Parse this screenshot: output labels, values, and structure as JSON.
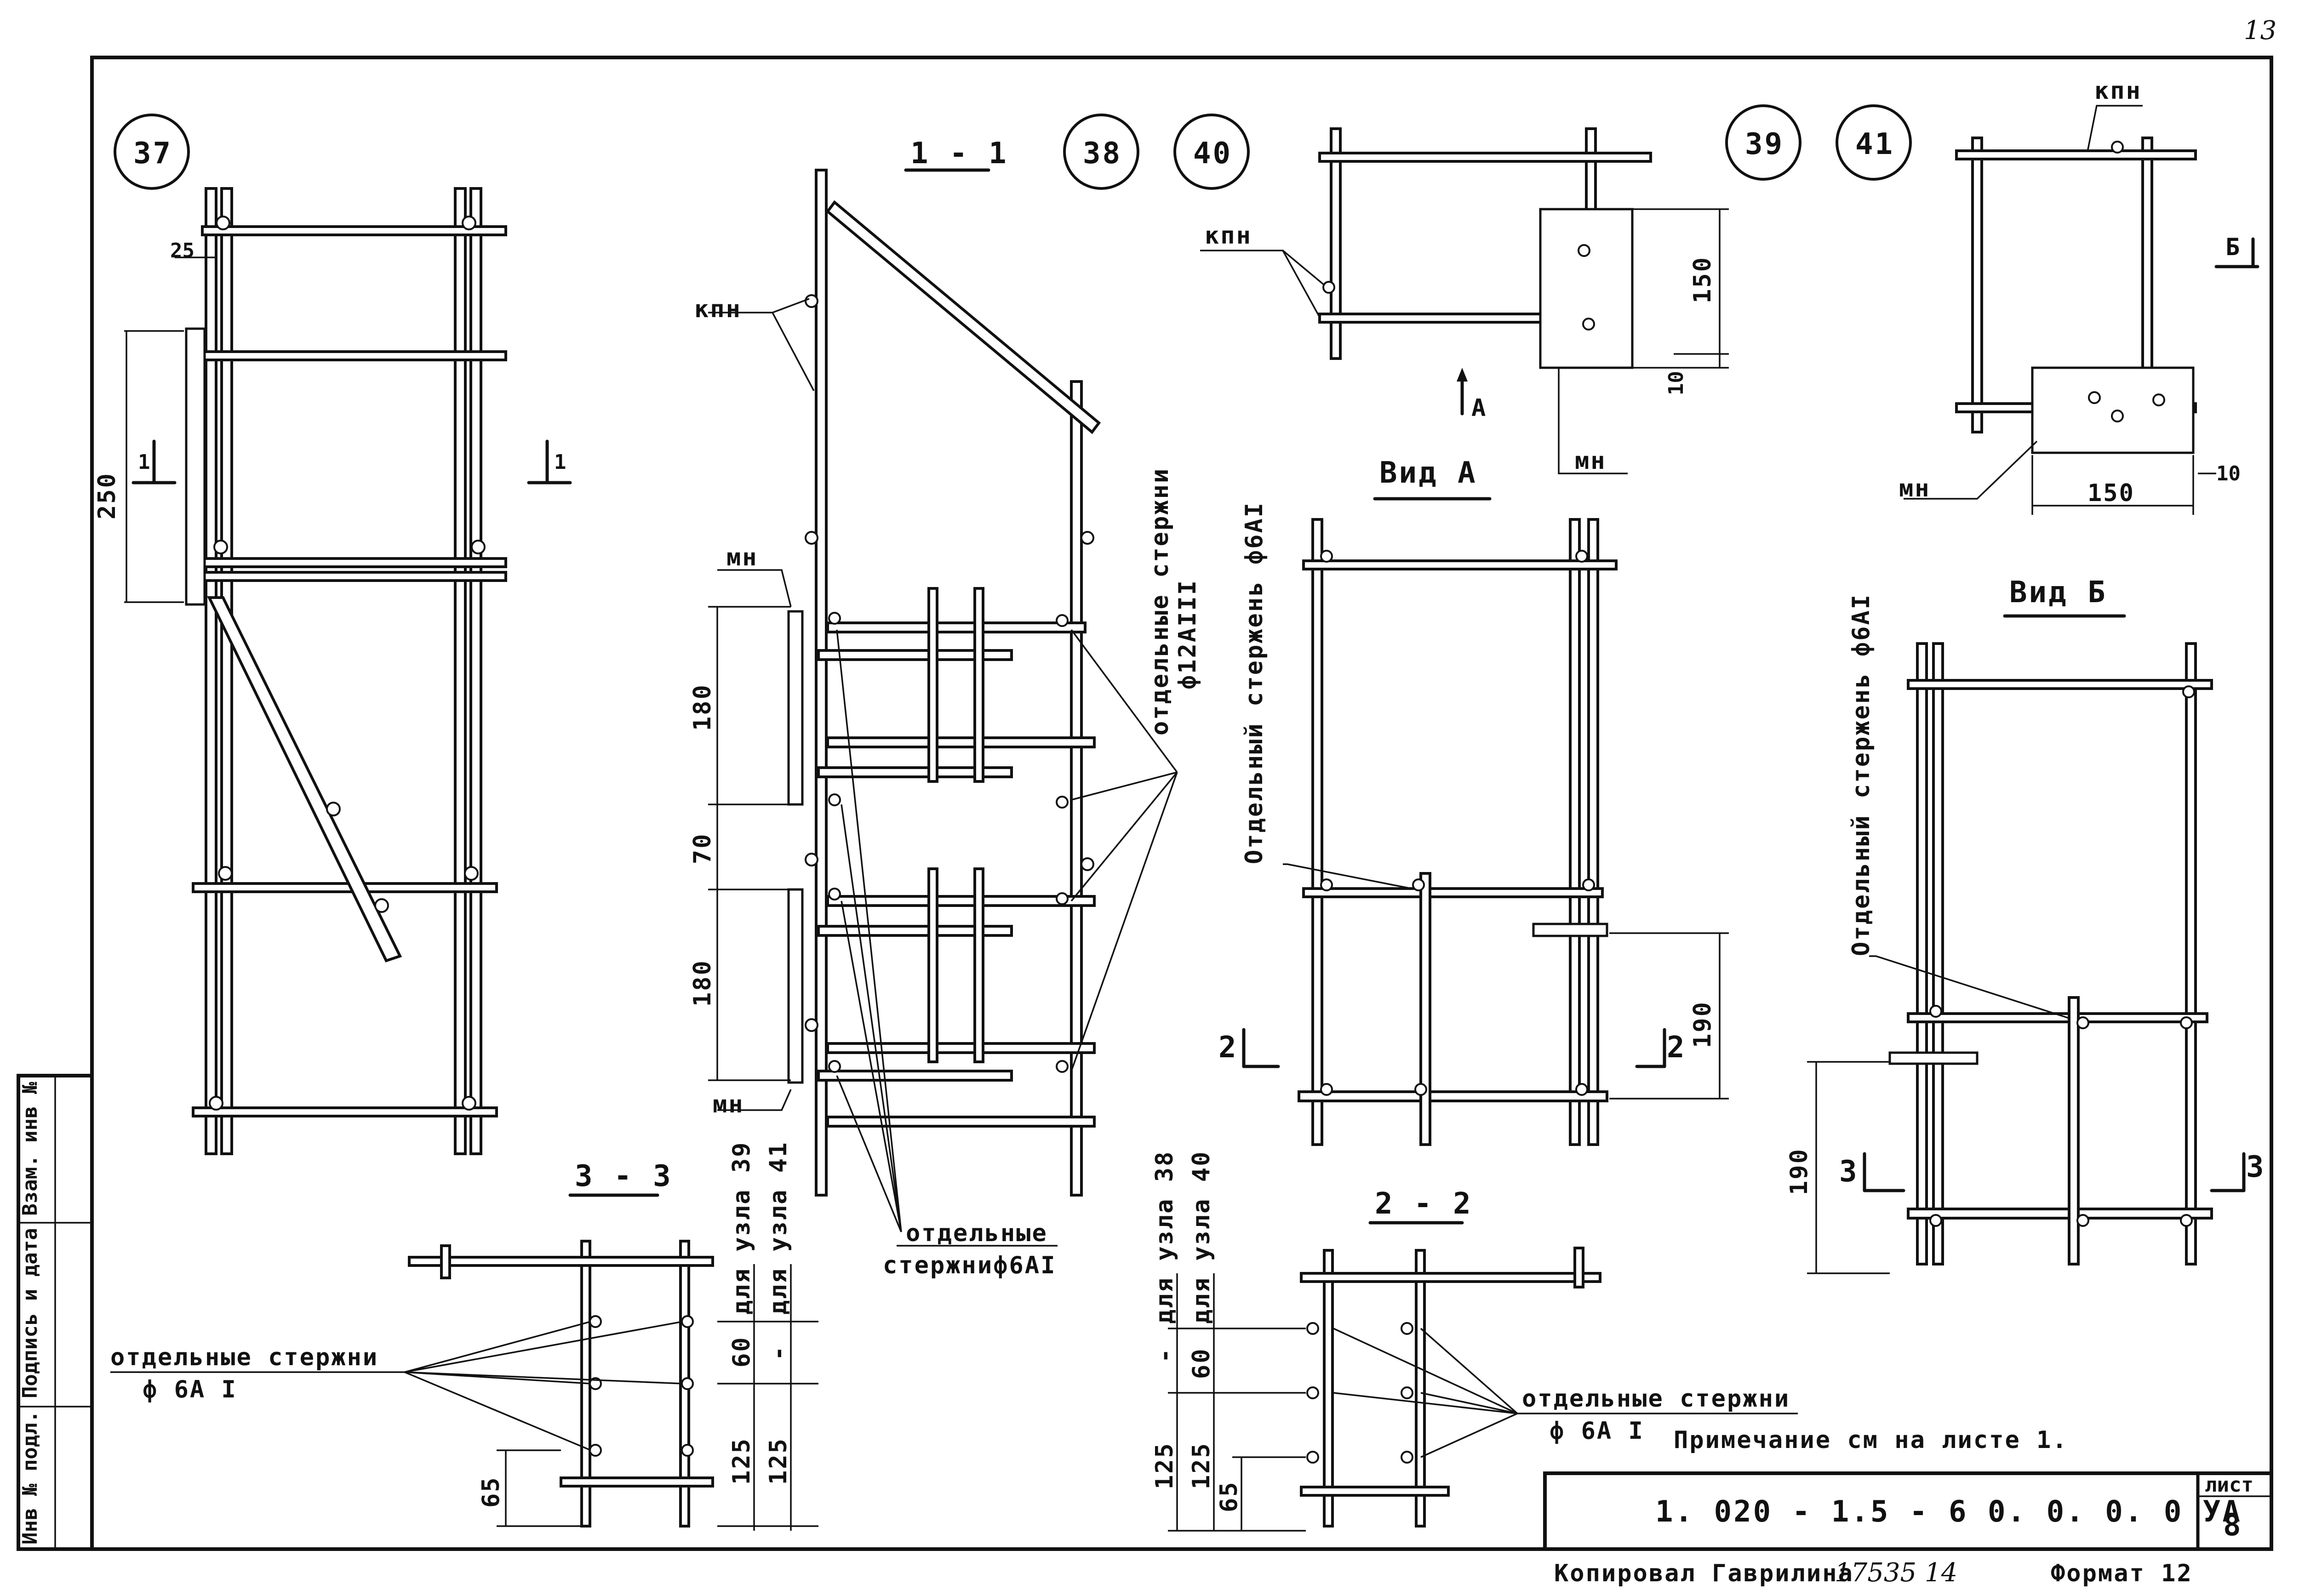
{
  "sheet": {
    "page_number": "13",
    "designation": "1. 020 - 1.5 - 6    0. 0. 0. 0 УА",
    "sheet_label": "лист",
    "sheet_number": "8",
    "note": "Примечание см  на листе 1.",
    "copied_by": "Копировал  Гаврилина",
    "handwritten_number": "17535  14",
    "format": "Формат 12",
    "side_stamp": "Инв № подл. Подпись и дата  Взам. инв №"
  },
  "node_37": {
    "node": "37",
    "dim_25": "25",
    "dim_250": "250",
    "cut_1": "1"
  },
  "section_1_1": {
    "title": "1 - 1",
    "kpn": "кпн",
    "mn_top": "мн",
    "mn_bottom": "мн",
    "dim_180_top": "180",
    "dim_70": "70",
    "dim_180_bottom": "180",
    "vertical_note_line1": "отдельные стержни",
    "vertical_note_line2": "ф12АIII",
    "bottom_note_line1": "отдельные",
    "bottom_note_line2": "стержниф6АI"
  },
  "node_38_40": {
    "node_a": "38",
    "node_b": "40",
    "kpn": "кпн",
    "mn": "мн",
    "dim_150": "150",
    "dim_10": "10",
    "arrow_label": "А"
  },
  "view_a": {
    "title": "Вид А",
    "vertical_note": "Отдельный стержень ф6АI",
    "dim_190": "190",
    "cut_2": "2"
  },
  "node_39_41": {
    "node_a": "39",
    "node_b": "41",
    "kpn": "кпн",
    "mn": "мн",
    "dim_150": "150",
    "dim_10": "10",
    "arrow_label": "Б"
  },
  "view_b": {
    "title": "Вид Б",
    "vertical_note": "Отдельный стержень ф6АI",
    "dim_190": "190",
    "cut_3": "3"
  },
  "section_3_3": {
    "title": "3 - 3",
    "note_line1": "отдельные стержни",
    "note_line2": "ф 6А I",
    "dim_60": "60",
    "dim_dash": "-",
    "dim_125_a": "125",
    "dim_125_b": "125",
    "dim_65": "65",
    "label_39": "для узла 39",
    "label_41": "для узла 41"
  },
  "section_2_2": {
    "title": "2 - 2",
    "note_line1": "отдельные стержни",
    "note_line2": "ф 6А I",
    "dim_dash": "-",
    "dim_60": "60",
    "dim_125_a": "125",
    "dim_125_b": "125",
    "dim_65": "65",
    "label_38": "для узла 38",
    "label_40": "для узла 40"
  }
}
